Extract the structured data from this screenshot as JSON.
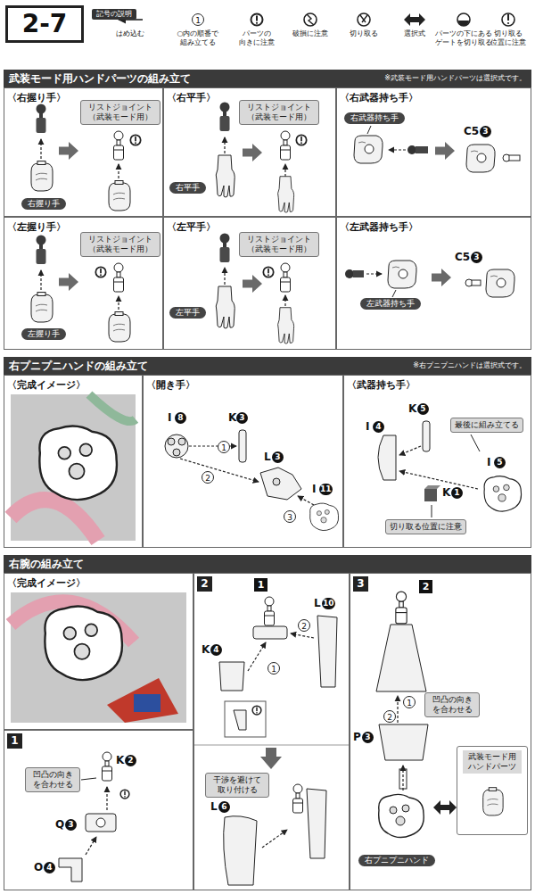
{
  "diagram": {
    "nodes": [
      {
        "text": [
          "2-7"
        ]
      },
      {
        "text": [
          "武装モード用ハンドパーツの組み立て",
          "※武装モード用ハンドパーツは選択式です。"
        ]
      },
      {
        "text": [
          "〈右握り手〉"
        ],
        "in": 1
      },
      {
        "text": [
          "右握り手"
        ],
        "in": 2
      },
      {
        "text": [
          "リストジョイント （武装モード用）"
        ],
        "in": 2
      },
      {
        "text": [
          "〈右平手〉"
        ],
        "in": 1
      },
      {
        "text": [
          "右平手"
        ],
        "in": 5
      },
      {
        "text": [
          "リストジョイント （武装モード用）"
        ],
        "in": 5
      },
      {
        "text": [
          "〈右武器持ち手〉"
        ],
        "in": 1
      },
      {
        "text": [
          "右武器持ち手"
        ],
        "in": 8
      },
      {
        "text": [
          "〈左握り手〉"
        ],
        "in": 1
      },
      {
        "text": [
          "左握り手"
        ],
        "in": 10
      },
      {
        "text": [
          "リストジョイント （武装モード用）"
        ],
        "in": 10
      },
      {
        "text": [
          "〈左平手〉"
        ],
        "in": 1
      },
      {
        "text": [
          "左平手"
        ],
        "in": 13
      },
      {
        "text": [
          "リストジョイント （武装モード用）"
        ],
        "in": 13
      },
      {
        "text": [
          "〈左武器持ち手〉"
        ],
        "in": 1
      },
      {
        "text": [
          "左武器持ち手"
        ],
        "in": 16
      },
      {
        "text": [
          "右プニプニハンドの組み立て",
          "※右プニプニハンドは選択式です。"
        ]
      },
      {
        "text": [
          "〈完成イメージ〉"
        ],
        "in": 18
      },
      {
        "text": [
          "〈開き手〉"
        ],
        "in": 18
      },
      {
        "text": [
          "〈武器持ち手〉"
        ],
        "in": 18
      },
      {
        "text": [
          "最後に組み立てる"
        ],
        "in": 21
      },
      {
        "text": [
          "切り取る位置に注意"
        ],
        "in": 21
      },
      {
        "text": [
          "右腕の組み立て"
        ]
      },
      {
        "text": [
          "〈完成イメージ〉"
        ],
        "in": 24
      },
      {
        "text": [
          "1"
        ],
        "in": 24
      },
      {
        "text": [
          "凹凸の向き を合わせる"
        ],
        "in": 26
      },
      {
        "text": [
          "2"
        ],
        "in": 24
      },
      {
        "text": [
          "干渉を避けて 取り付ける"
        ],
        "in": 28
      },
      {
        "text": [
          "3"
        ],
        "in": 24
      },
      {
        "text": [
          "凹凸の向き を合わせる"
        ],
        "in": 30
      },
      {
        "text": [
          "武装モード用 ハンドパーツ"
        ],
        "in": 30
      },
      {
        "text": [
          "右プニプニハンド"
        ],
        "in": 30
      }
    ],
    "labels": [
      "記号の説明",
      "C5",
      "3",
      "C5",
      "3",
      "I",
      "8",
      "K",
      "3",
      "1",
      "L",
      "3",
      "2",
      "I",
      "11",
      "3",
      "K",
      "5",
      "I",
      "4",
      "I",
      "5",
      "K",
      "1",
      "K",
      "2",
      "Q",
      "3",
      "O",
      "4",
      "1",
      "L",
      "10",
      "K",
      "4",
      "2",
      "1",
      "L",
      "6",
      "2",
      "1",
      "2",
      "P",
      "3",
      "1"
    ],
    "legend": [
      {
        "text": "はめ込む"
      },
      {
        "text": "○内の順番で 組み立てる"
      },
      {
        "text": "パーツの 向きに注意"
      },
      {
        "text": "破損に注意"
      },
      {
        "text": "切り取る"
      },
      {
        "text": "選択式"
      },
      {
        "text": "パーツの下にある ゲートを切り取る"
      },
      {
        "text": "切り取る 位置に注意"
      }
    ]
  }
}
